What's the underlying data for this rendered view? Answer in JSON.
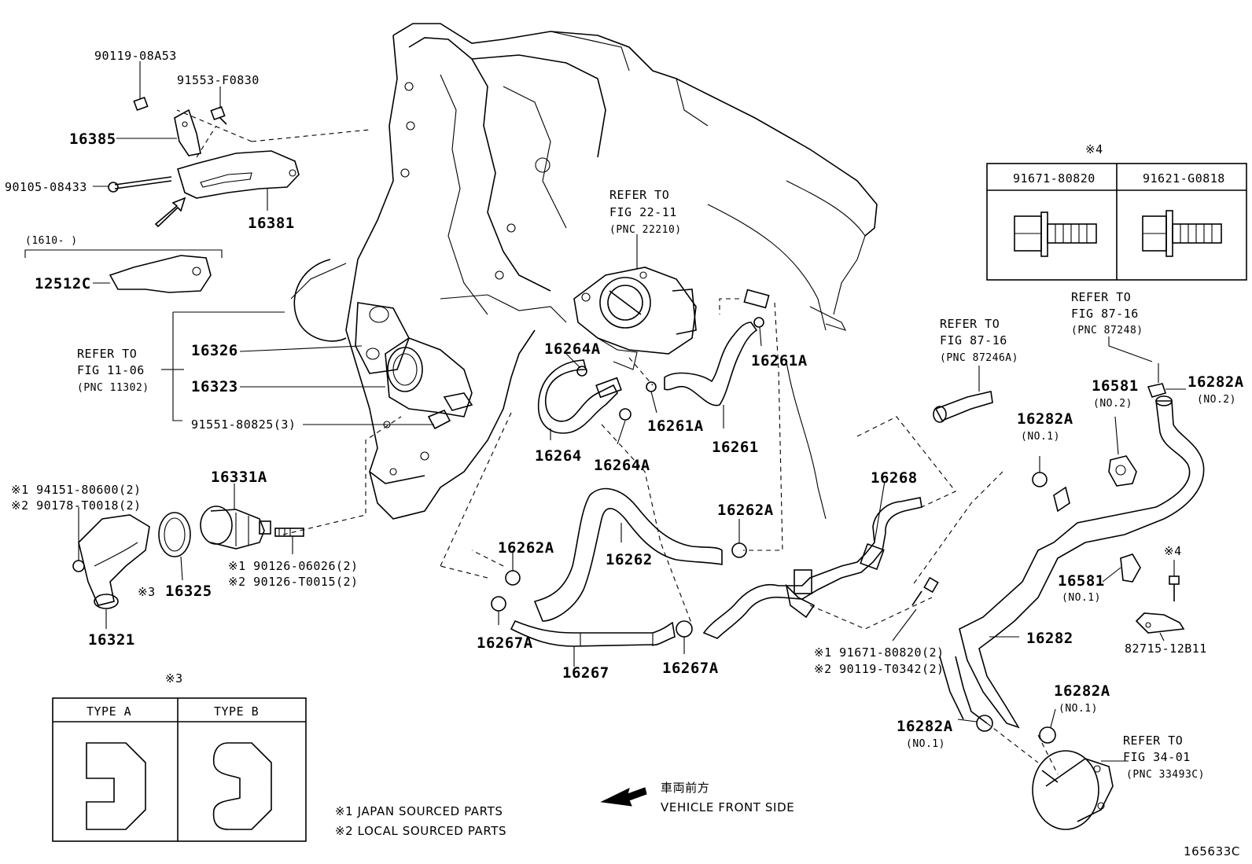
{
  "diagram_id": "165633C",
  "labels": {
    "p90119_08A53": "90119-08A53",
    "p91553_F0830": "91553-F0830",
    "p16385": "16385",
    "p90105_08433": "90105-08433",
    "p16381": "16381",
    "p1610": "(1610-     )",
    "p12512C": "12512C",
    "p16326": "16326",
    "p16323": "16323",
    "p91551_80825": "91551-80825(3)",
    "p94151": "※1 94151-80600(2)",
    "p90178": "※2 90178-T0018(2)",
    "p16331A": "16331A",
    "p90126a": "※1 90126-06026(2)",
    "p90126b": "※2 90126-T0015(2)",
    "p16325": "16325",
    "p16321": "16321",
    "note3mark": "※3",
    "p16264A_1": "16264A",
    "p16264": "16264",
    "p16264A_2": "16264A",
    "p16261A_1": "16261A",
    "p16261A_2": "16261A",
    "p16261": "16261",
    "p16262A_1": "16262A",
    "p16262A_2": "16262A",
    "p16262": "16262",
    "p16267A_1": "16267A",
    "p16267": "16267",
    "p16267A_2": "16267A",
    "p16268": "16268",
    "p91671b": "※1 91671-80820(2)",
    "p90119b": "※2 90119-T0342(2)",
    "p16282A_1": "16282A",
    "no1_1": "(NO.1)",
    "p16581_no2": "16581",
    "no2_a": "(NO.2)",
    "p16282A_2": "16282A",
    "no2_b": "(NO.2)",
    "p16581_no1": "16581",
    "no1_2": "(NO.1)",
    "star4b": "※4",
    "p82715": "82715-12B11",
    "p16282": "16282",
    "p16282A_3": "16282A",
    "no1_3": "(NO.1)",
    "p16282A_4": "16282A",
    "no1_4": "(NO.1)"
  },
  "references": {
    "fig11_1": "REFER TO",
    "fig11_2": "FIG 11-06",
    "fig11_3": "(PNC 11302)",
    "fig22_1": "REFER TO",
    "fig22_2": "FIG 22-11",
    "fig22_3": "(PNC 22210)",
    "fig87a_1": "REFER TO",
    "fig87a_2": "FIG 87-16",
    "fig87a_3": "(PNC 87246A)",
    "fig87b_1": "REFER TO",
    "fig87b_2": "FIG 87-16",
    "fig87b_3": "(PNC 87248)",
    "fig34_1": "REFER TO",
    "fig34_2": "FIG 34-01",
    "fig34_3": "(PNC 33493C)"
  },
  "bolt_table": {
    "mark": "※4",
    "col1": "91671-80820",
    "col2": "91621-G0818"
  },
  "type_table": {
    "mark": "※3",
    "col1": "TYPE  A",
    "col2": "TYPE  B"
  },
  "notes": {
    "note1": "※1 JAPAN SOURCED PARTS",
    "note2": "※2 LOCAL SOURCED PARTS",
    "front_jp": "車両前方",
    "front_en": "VEHICLE FRONT SIDE"
  }
}
